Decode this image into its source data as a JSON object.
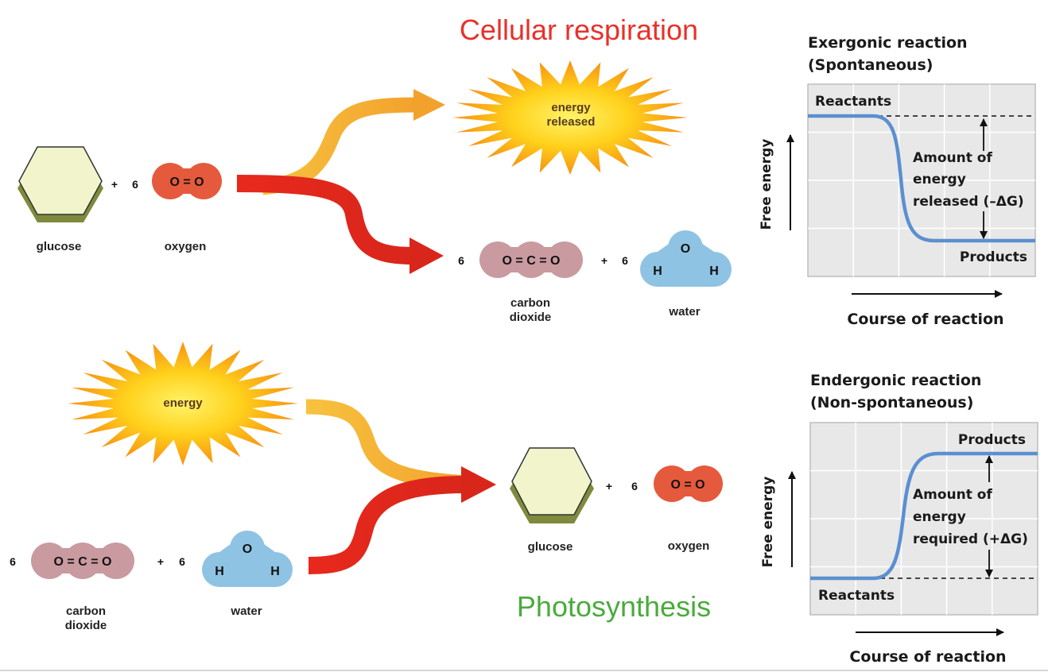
{
  "titles": {
    "respiration": "Cellular respiration",
    "photosynthesis": "Photosynthesis",
    "respiration_color": "#e8312a",
    "photosynthesis_color": "#4aab3c"
  },
  "respiration": {
    "glucose_label": "glucose",
    "oxygen_label": "oxygen",
    "plus": "+",
    "coef_oxygen": "6",
    "oxygen_formula": "O = O",
    "energy_text_1": "energy",
    "energy_text_2": "released",
    "coef_co2": "6",
    "co2_formula": "O = C = O",
    "plus2": "+",
    "coef_water": "6",
    "water_o": "O",
    "water_h1": "H",
    "water_h2": "H",
    "co2_label_1": "carbon",
    "co2_label_2": "dioxide",
    "water_label": "water"
  },
  "photosynthesis": {
    "energy_text": "energy",
    "coef_co2": "6",
    "co2_formula": "O = C = O",
    "plus": "+",
    "coef_water": "6",
    "water_o": "O",
    "water_h1": "H",
    "water_h2": "H",
    "co2_label_1": "carbon",
    "co2_label_2": "dioxide",
    "water_label": "water",
    "glucose_label": "glucose",
    "plus2": "+",
    "coef_oxygen": "6",
    "oxygen_formula": "O = O",
    "oxygen_label": "oxygen"
  },
  "exergonic": {
    "title_1": "Exergonic reaction",
    "title_2": "(Spontaneous)",
    "reactants": "Reactants",
    "products": "Products",
    "amount_1": "Amount of",
    "amount_2": "energy",
    "amount_3": "released (–ΔG)",
    "ylabel": "Free energy",
    "xlabel": "Course of reaction"
  },
  "endergonic": {
    "title_1": "Endergonic reaction",
    "title_2": "(Non-spontaneous)",
    "reactants": "Reactants",
    "products": "Products",
    "amount_1": "Amount of",
    "amount_2": "energy",
    "amount_3": "required (+ΔG)",
    "ylabel": "Free energy",
    "xlabel": "Course of reaction"
  },
  "colors": {
    "glucose_fill": "#f2f5cc",
    "glucose_shadow": "#7f8a3c",
    "oxygen": "#e55a3c",
    "co2": "#c99aa0",
    "water": "#8fc3e3",
    "arrow_red": "#e02b20",
    "arrow_orange": "#f4b23a",
    "curve": "#5b8fd0",
    "graph_bg": "#e8e8e8"
  }
}
